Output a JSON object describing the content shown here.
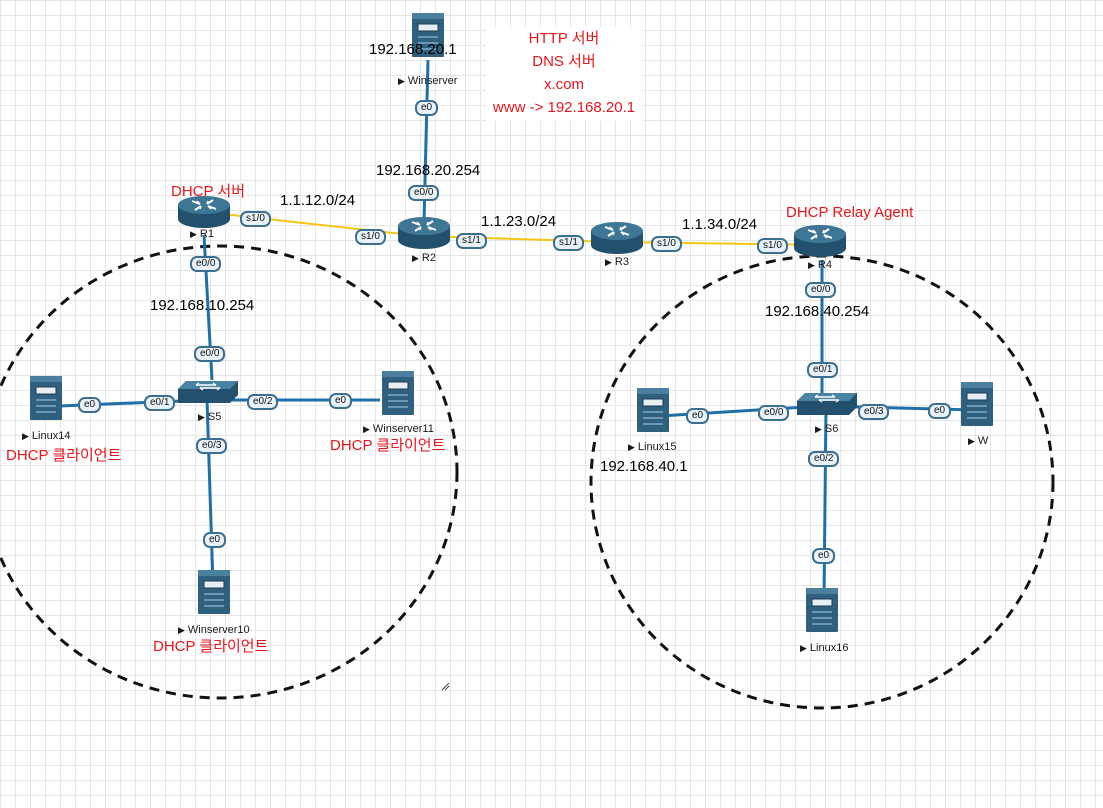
{
  "note_lines": [
    "HTTP 서버",
    "DNS 서버",
    "x.com",
    "www -> 192.168.20.1"
  ],
  "labels": {
    "r1_role": "DHCP 서버",
    "r4_role": "DHCP Relay Agent",
    "winserver_ip": "192.168.20.1",
    "r2_lan_ip": "192.168.20.254",
    "net_12": "1.1.12.0/24",
    "net_23": "1.1.23.0/24",
    "net_34": "1.1.34.0/24",
    "r1_lan_ip": "192.168.10.254",
    "r4_lan_ip": "192.168.40.254",
    "linux15_ip": "192.168.40.1",
    "client_linux14": "DHCP 클라이언트",
    "client_winserver11": "DHCP 클라이언트",
    "client_winserver10": "DHCP 클라이언트"
  },
  "nodes": {
    "winserver": "Winserver",
    "r1": "R1",
    "r2": "R2",
    "r3": "R3",
    "r4": "R4",
    "s5": "S5",
    "s6": "S6",
    "linux14": "Linux14",
    "winserver11": "Winserver11",
    "winserver10": "Winserver10",
    "linux15": "Linux15",
    "w": "W",
    "linux16": "Linux16"
  },
  "ports": {
    "winserver_e0": "e0",
    "r2_e00": "e0/0",
    "r1_s10": "s1/0",
    "r2_s10": "s1/0",
    "r2_s11": "s1/1",
    "r3_s11": "s1/1",
    "r3_s10": "s1/0",
    "r4_s10": "s1/0",
    "r1_e00": "e0/0",
    "s5_e00": "e0/0",
    "s5_e01": "e0/1",
    "s5_e02": "e0/2",
    "s5_e03": "e0/3",
    "linux14_e0": "e0",
    "winserver11_e0": "e0",
    "winserver10_e0": "e0",
    "r4_e00": "e0/0",
    "s6_e01": "e0/1",
    "s6_e00": "e0/0",
    "s6_e03": "e0/3",
    "s6_e02": "e0/2",
    "linux15_e0": "e0",
    "w_e0": "e0",
    "linux16_e0": "e0"
  },
  "colors": {
    "serial_link": "#f5c518",
    "ethernet_link": "#1f6fa8",
    "device_fill": "#2f607e",
    "label_red": "#e8161b"
  }
}
